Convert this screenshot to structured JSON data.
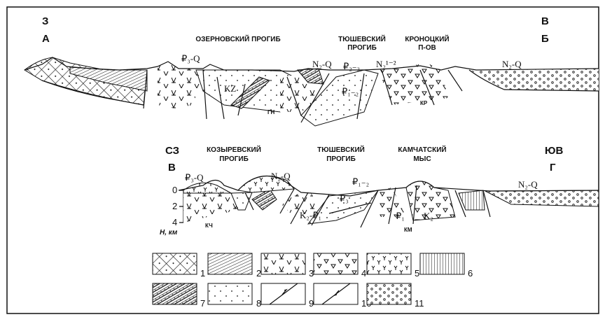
{
  "top_section": {
    "west_label": "З",
    "east_label": "В",
    "start_label": "А",
    "end_label": "Б",
    "regions": [
      "ОЗЕРНОВСКИЙ ПРОГИБ",
      "ТЮШЕВСКИЙ",
      "ПРОГИБ",
      "КРОНОЦКИЙ",
      "П-ОВ"
    ],
    "units": [
      "₽₃-Q",
      "N₂-Q",
      "₽₂₋₃",
      "N₂¹⁻²",
      "N₂-Q",
      "KZ",
      "₽₁₋₂"
    ],
    "codes": [
      "ГН",
      "КР"
    ]
  },
  "bottom_section": {
    "west_label": "СЗ",
    "east_label": "ЮВ",
    "start_label": "В",
    "end_label": "Г",
    "regions": [
      "КОЗЫРЕВСКИЙ",
      "ПРОГИБ",
      "ТЮШЕВСКИЙ",
      "ПРОГИБ",
      "КАМЧАТСКИЙ",
      "МЫС"
    ],
    "units": [
      "₽₃-Q",
      "N₂-Q",
      "₽₃",
      "K₂-₽₁",
      "₽₁₋₂",
      "₽₁",
      "K₂",
      "N₂-Q"
    ],
    "codes": [
      "КЧ",
      "КМ"
    ],
    "axis": {
      "ticks": [
        "0",
        "2",
        "4"
      ],
      "label": "H, км"
    }
  },
  "legend": [
    {
      "number": "1",
      "pattern": "crosshatch-dots"
    },
    {
      "number": "2",
      "pattern": "diagonal-lines"
    },
    {
      "number": "3",
      "pattern": "volcanic-v"
    },
    {
      "number": "4",
      "pattern": "triangles"
    },
    {
      "number": "5",
      "pattern": "y-symbols"
    },
    {
      "number": "6",
      "pattern": "vertical-lines"
    },
    {
      "number": "7",
      "pattern": "dense-diagonal-dots"
    },
    {
      "number": "8",
      "pattern": "sparse-dots"
    },
    {
      "number": "9",
      "pattern": "fault-normal"
    },
    {
      "number": "10",
      "pattern": "fault-reverse"
    },
    {
      "number": "11",
      "pattern": "circles"
    }
  ]
}
